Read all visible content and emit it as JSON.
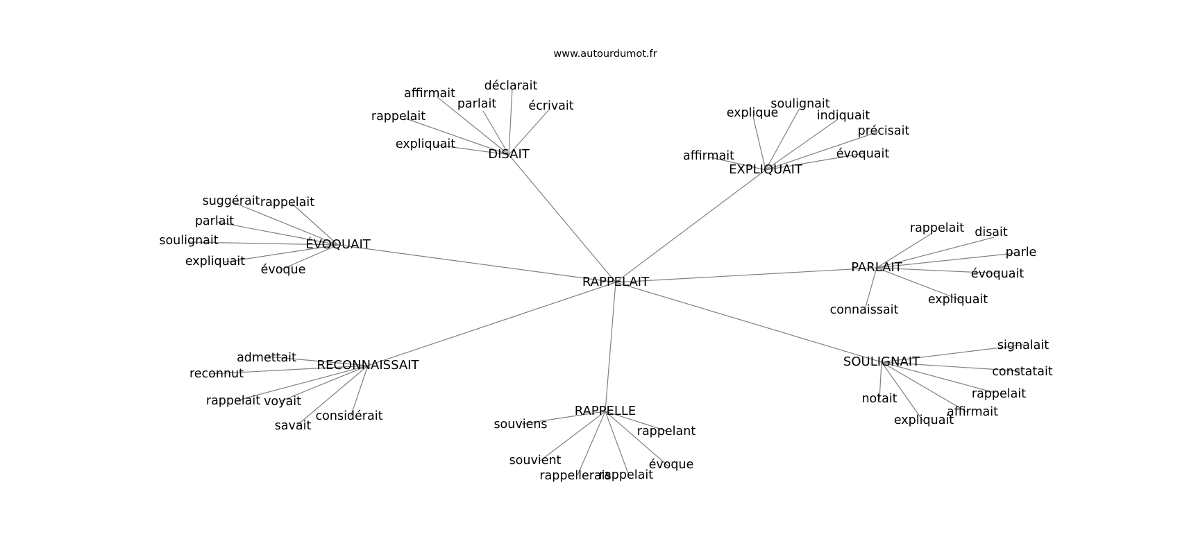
{
  "credit": "www.autourdumot.fr",
  "root": {
    "id": "rappelait",
    "label": "RAPPELAIT"
  },
  "hubs": [
    {
      "id": "disait",
      "label": "DISAIT",
      "leaves": [
        "affirmait",
        "déclarait",
        "parlait",
        "écrivait",
        "rappelait",
        "expliquait"
      ]
    },
    {
      "id": "expliquait",
      "label": "EXPLIQUAIT",
      "leaves": [
        "explique",
        "soulignait",
        "indiquait",
        "précisait",
        "affirmait",
        "évoquait"
      ]
    },
    {
      "id": "evoquait",
      "label": "ÉVOQUAIT",
      "leaves": [
        "suggérait",
        "rappelait",
        "parlait",
        "soulignait",
        "expliquait",
        "évoque"
      ]
    },
    {
      "id": "parlait",
      "label": "PARLAIT",
      "leaves": [
        "rappelait",
        "disait",
        "parle",
        "évoquait",
        "expliquait",
        "connaissait"
      ]
    },
    {
      "id": "reconnaissait",
      "label": "RECONNAISSAIT",
      "leaves": [
        "admettait",
        "reconnut",
        "rappelait",
        "voyait",
        "considérait",
        "savait"
      ]
    },
    {
      "id": "rappelle",
      "label": "RAPPELLE",
      "leaves": [
        "souviens",
        "rappelant",
        "souvient",
        "évoque",
        "rappellerais",
        "rappelait"
      ]
    },
    {
      "id": "soulignait",
      "label": "SOULIGNAIT",
      "leaves": [
        "signalait",
        "constatait",
        "rappelait",
        "notait",
        "affirmait",
        "expliquait"
      ]
    }
  ]
}
